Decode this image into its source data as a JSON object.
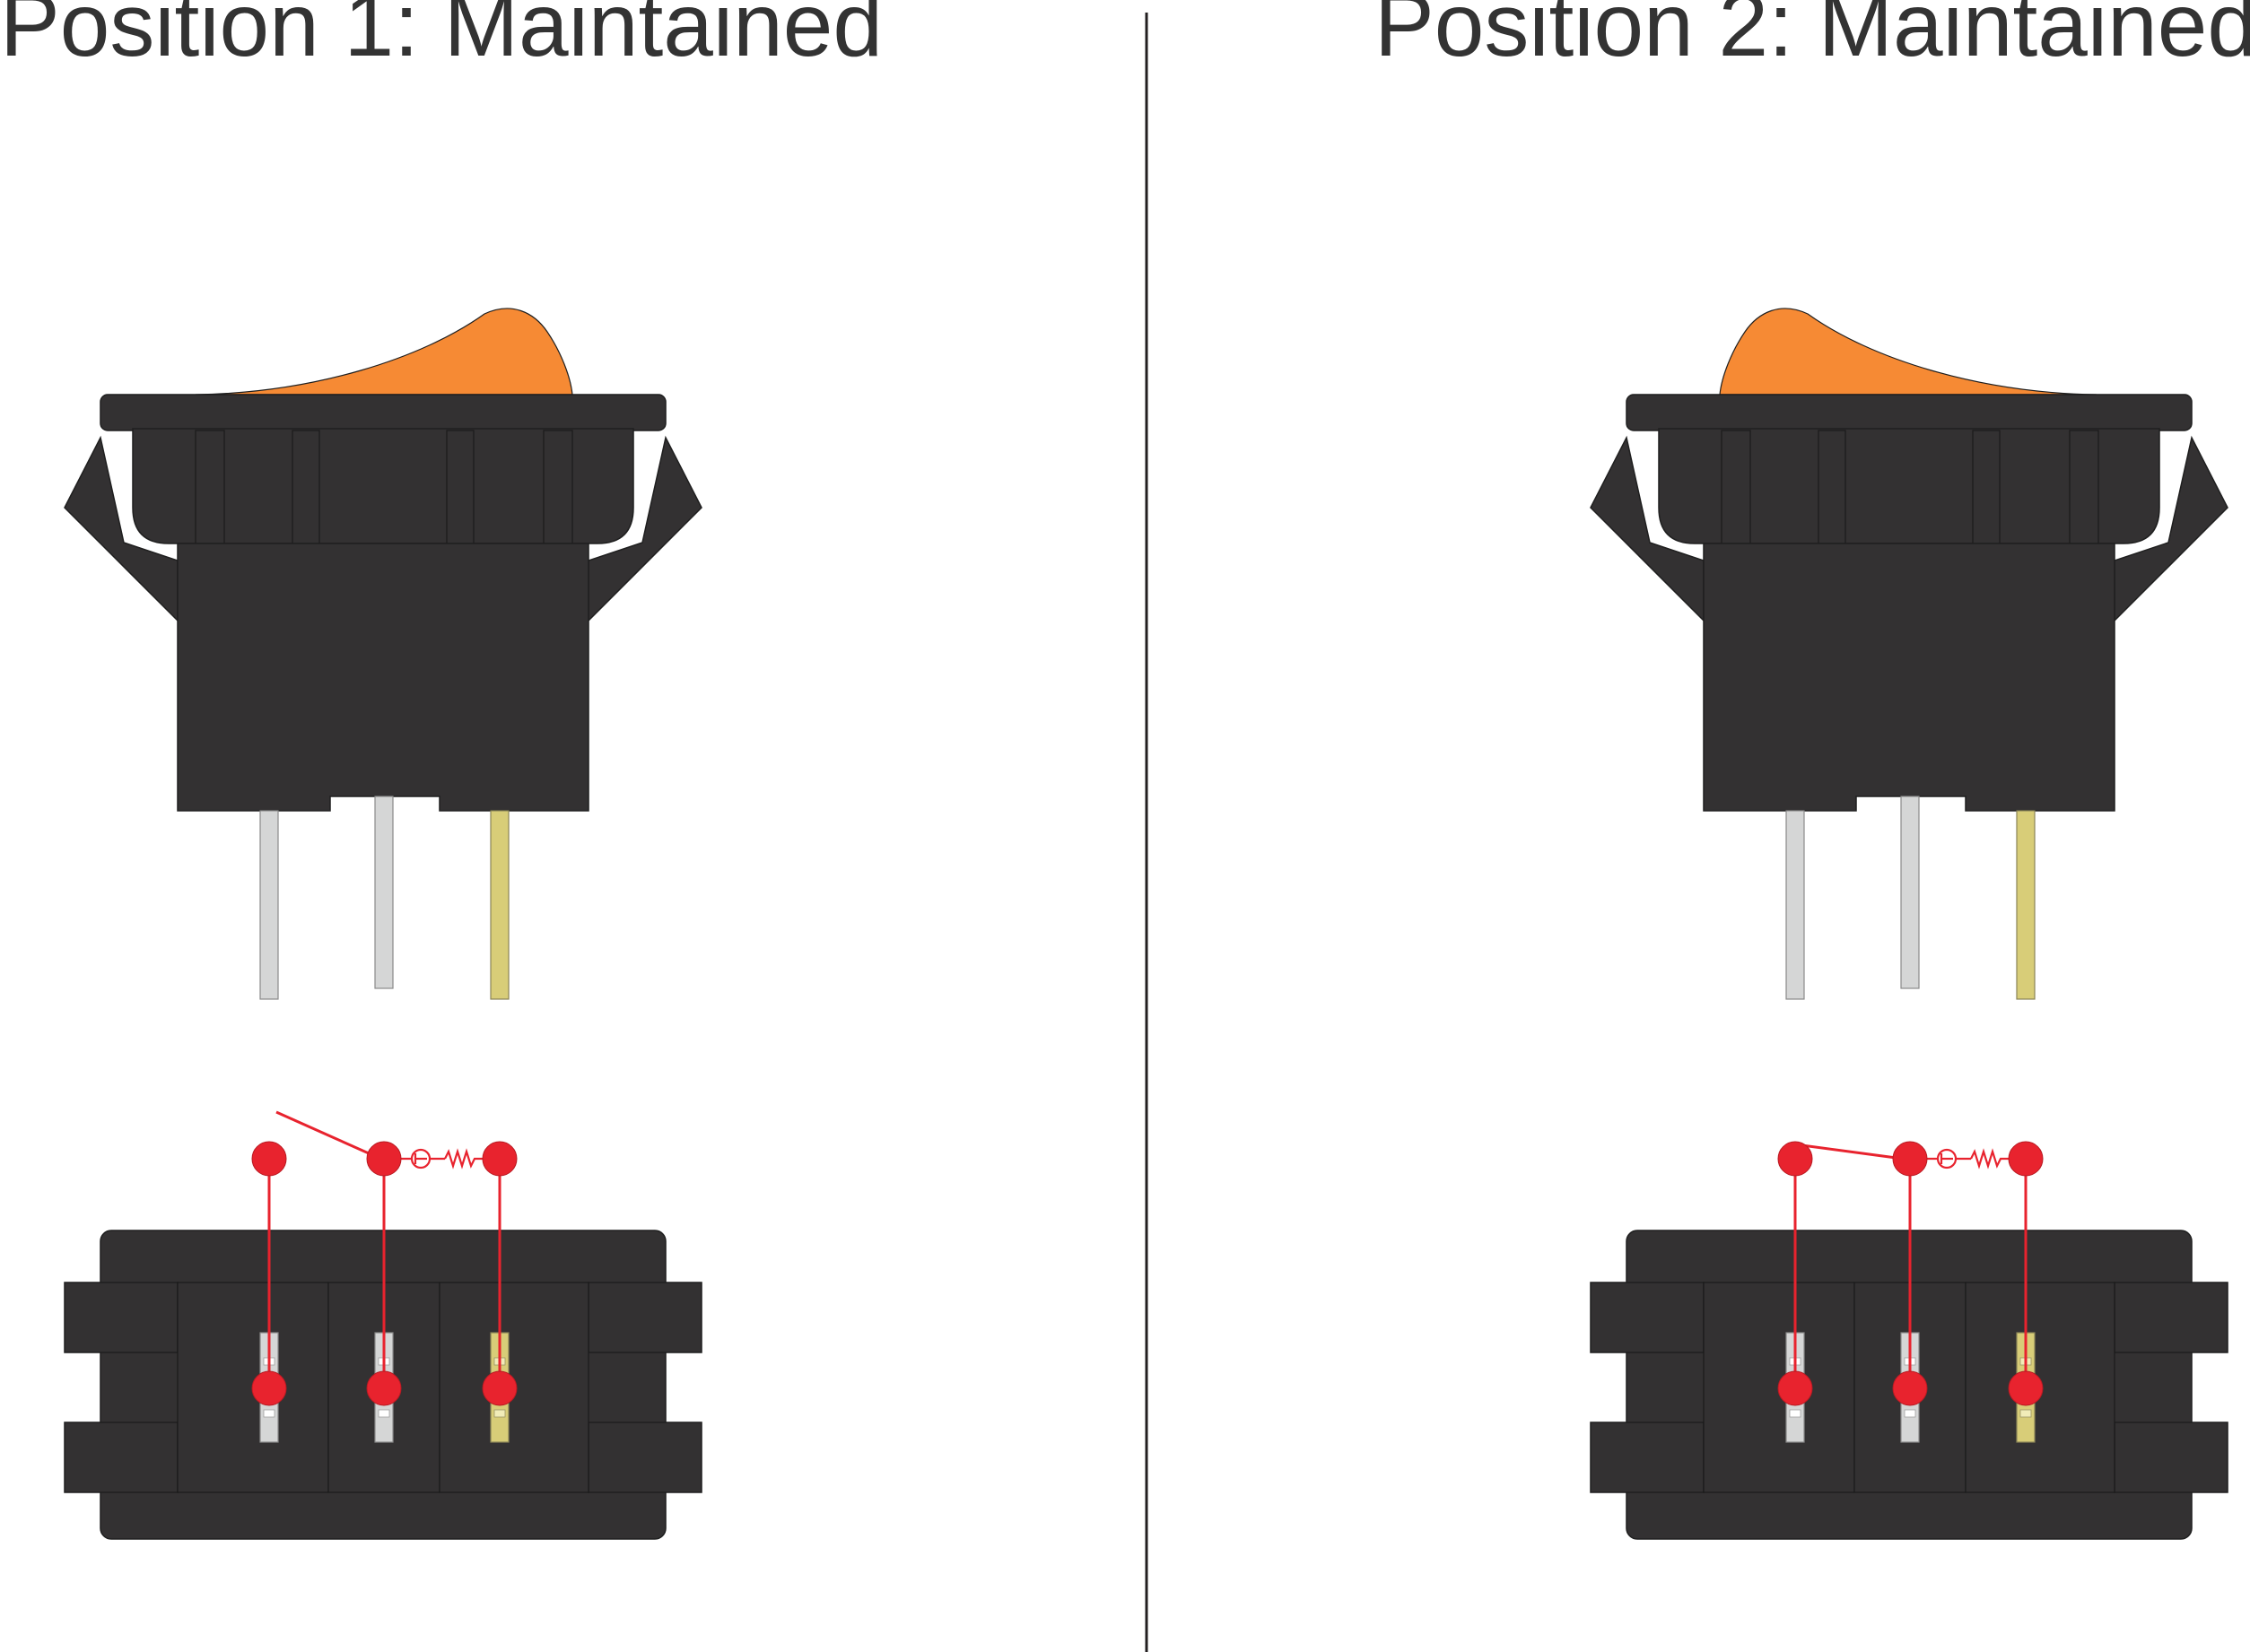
{
  "panels": [
    {
      "title": "Position 1: Maintained",
      "rocker_high_side": "right",
      "closed_contact": "none"
    },
    {
      "title": "Position 2: Maintained",
      "rocker_high_side": "left",
      "closed_contact": "left"
    }
  ],
  "terminals": [
    {
      "name": "terminal-1",
      "finish": "silver"
    },
    {
      "name": "terminal-2",
      "finish": "silver"
    },
    {
      "name": "terminal-3",
      "finish": "brass"
    }
  ],
  "colors": {
    "housing": "#333132",
    "housing_outline": "#1f1f1f",
    "rocker": "#f68a34",
    "silver_terminal": "#d5d6d6",
    "brass_terminal": "#d8cd78",
    "schematic": "#e8232e",
    "divider": "#231f20",
    "title_text": "#333333"
  },
  "schematic": {
    "lamp_symbol": "lamp-icon",
    "resistor_symbol": "resistor-icon"
  }
}
